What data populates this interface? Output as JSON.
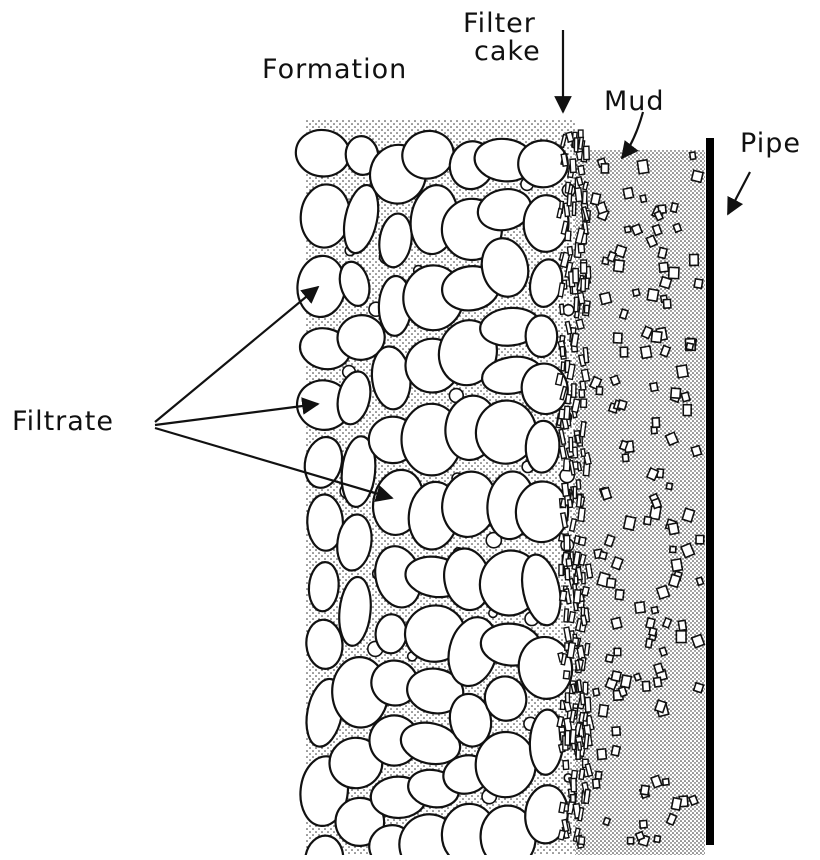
{
  "labels": {
    "formation": "Formation",
    "filter_cake_line1": "Filter",
    "filter_cake_line2": "cake",
    "mud": "Mud",
    "pipe": "Pipe",
    "filtrate": "Filtrate"
  },
  "colors": {
    "ink": "#111111",
    "background": "#ffffff"
  }
}
